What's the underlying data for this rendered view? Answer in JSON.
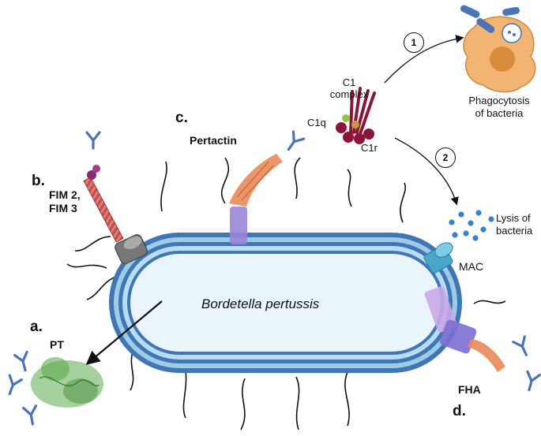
{
  "labels": {
    "organism": "Bordetella pertussis",
    "a_letter": "a.",
    "a_name": "PT",
    "b_letter": "b.",
    "b_name_1": "FIM 2,",
    "b_name_2": "FIM 3",
    "c_letter": "c.",
    "c_name": "Pertactin",
    "d_letter": "d.",
    "d_name": "FHA",
    "c1_complex_1": "C1",
    "c1_complex_2": "complex",
    "c1q": "C1q",
    "c1r": "C1r",
    "mac": "MAC",
    "phago_1": "Phagocytosis",
    "phago_2": "of bacteria",
    "lysis_1": "Lysis of",
    "lysis_2": "bacteria",
    "step_1": "1",
    "step_2": "2"
  },
  "colors": {
    "membrane_outer": "#3f76b3",
    "membrane_light": "#9ecbe8",
    "cytoplasm": "#e9f4fb",
    "antibody": "#4a73b8",
    "fimbriae": "#c0504d",
    "pertactin": "#e8895a",
    "beta_barrel": "#9a86d8",
    "pt_toxin": "#5daa4e",
    "c1": "#8a1538",
    "mac": "#4aa6c9",
    "phagocyte": "#f2b473",
    "lysis_dots": "#3b82c4"
  },
  "icons": [
    "antibody-icon",
    "phagocyte-icon",
    "mac-pore-icon",
    "c1-complex-icon",
    "fimbriae-icon"
  ]
}
